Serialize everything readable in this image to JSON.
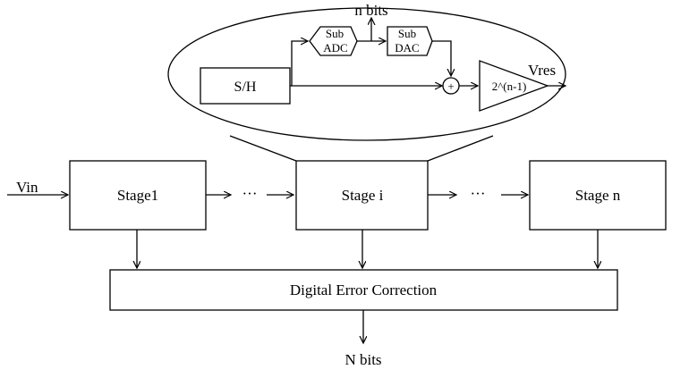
{
  "diagram": {
    "input_label": "Vin",
    "stages": {
      "first": "Stage1",
      "middle": "Stage i",
      "last": "Stage n"
    },
    "ellipsis": "···",
    "correction_block": "Digital Error Correction",
    "output_label": "N bits",
    "detail": {
      "sample_hold": "S/H",
      "sub_adc": [
        "Sub",
        "ADC"
      ],
      "sub_dac": [
        "Sub",
        "DAC"
      ],
      "stage_bits": "n bits",
      "adder_symbol": "+",
      "gain": "2^(n-1)",
      "residue_output": "Vres"
    }
  }
}
